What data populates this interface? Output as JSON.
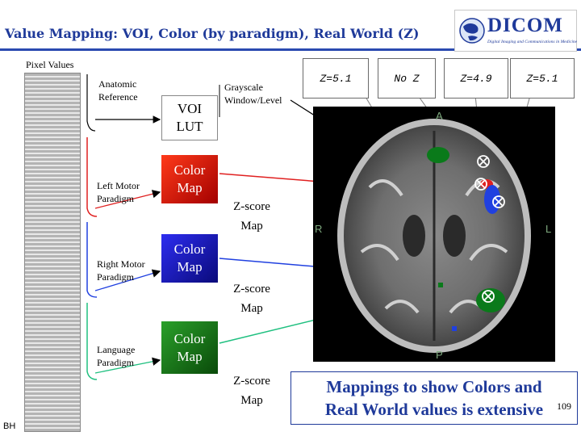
{
  "slide": {
    "title": "Value Mapping: VOI, Color (by paradigm), Real World (Z)",
    "pixel_values_label": "Pixel Values",
    "anatomic_label": "Anatomic\nReference",
    "left_motor_label": "Left Motor\nParadigm",
    "right_motor_label": "Right Motor\nParadigm",
    "language_label": "Language\nParadigm",
    "voi_lut_label": "VOI\nLUT",
    "color_map_label": "Color\nMap",
    "grayscale_label": "Grayscale\nWindow/Level",
    "zscore_label": "Z-score\nMap",
    "caption": "Mappings to show Colors and\nReal World values is extensive",
    "page_number": "109",
    "author": "BH"
  },
  "logo": {
    "text": "DICOM",
    "tagline": "Digital Imaging and Communications in Medicine"
  },
  "z_values": [
    "Z=5.1",
    "No Z",
    "Z=4.9",
    "Z=5.1"
  ],
  "brain_labels": {
    "anterior": "A",
    "posterior": "P",
    "right": "R",
    "left": "L"
  },
  "colors": {
    "title_blue": "#1f3a9a",
    "left_motor_red": "#e02020",
    "right_motor_blue": "#2040e0",
    "language_green": "#20c080"
  }
}
